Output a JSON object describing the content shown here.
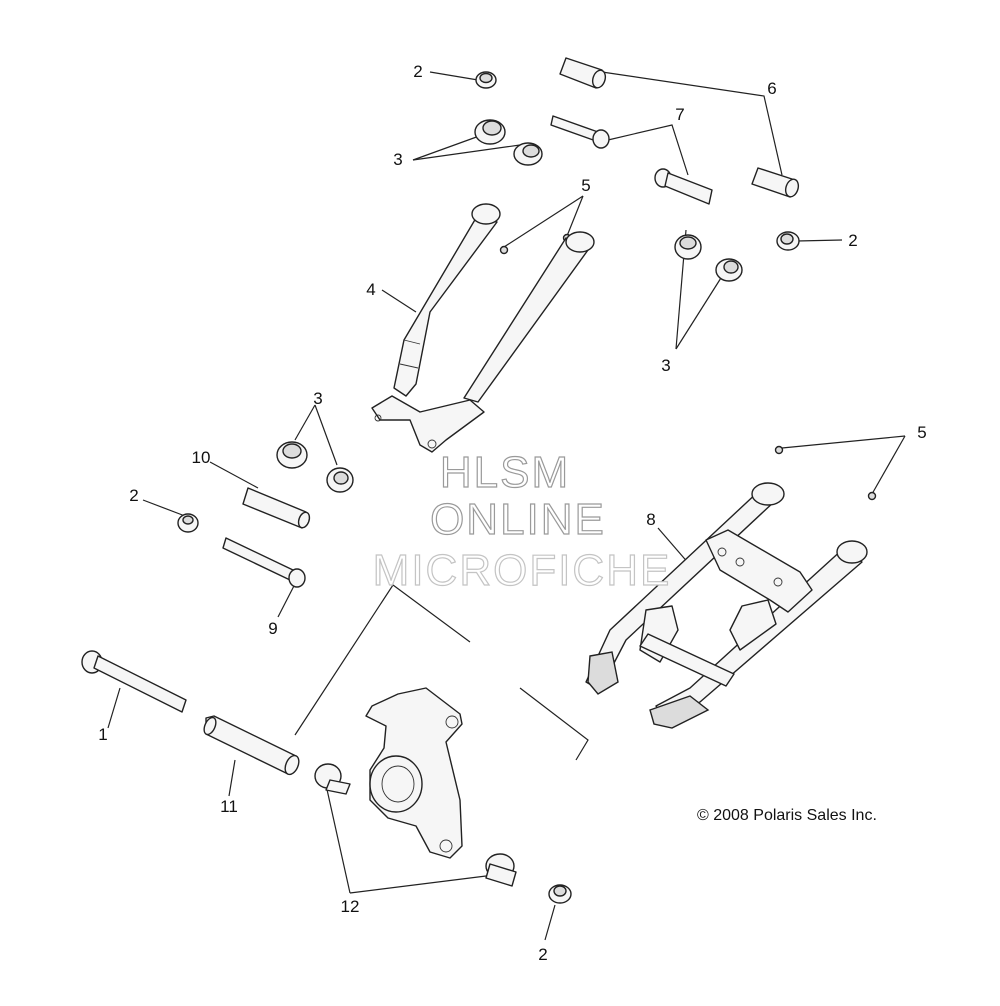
{
  "diagram": {
    "callouts": {
      "c2a": "2",
      "c3a": "3",
      "c6": "6",
      "c7": "7",
      "c5a": "5",
      "c2b": "2",
      "c4": "4",
      "c3b": "3",
      "c3c": "3",
      "c10": "10",
      "c2c": "2",
      "c5b": "5",
      "c8": "8",
      "c9": "9",
      "c1": "1",
      "c11": "11",
      "c12": "12",
      "c2d": "2"
    },
    "watermark": [
      "HLSM",
      "ONLINE",
      "MICROFICHE"
    ],
    "copyright": "© 2008 Polaris Sales Inc."
  }
}
